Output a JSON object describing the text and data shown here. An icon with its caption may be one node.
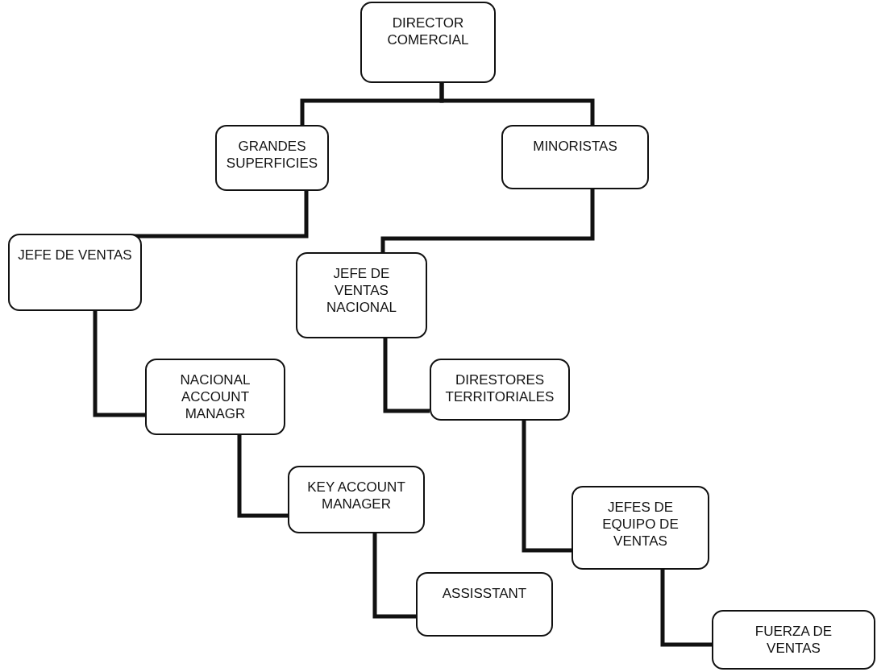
{
  "diagram": {
    "nodes": [
      {
        "text": [
          "DIRECTOR COMERCIAL"
        ]
      },
      {
        "text": [
          "GRANDES SUPERFICIES"
        ]
      },
      {
        "text": [
          "MINORISTAS"
        ]
      },
      {
        "text": [
          "JEFE DE VENTAS"
        ]
      },
      {
        "text": [
          "JEFE DE VENTAS NACIONAL"
        ]
      },
      {
        "text": [
          "NACIONAL ACCOUNT MANAGR"
        ]
      },
      {
        "text": [
          "DIRESTORES TERRITORIALES"
        ]
      },
      {
        "text": [
          "KEY ACCOUNT MANAGER"
        ]
      },
      {
        "text": [
          "JEFES DE EQUIPO DE VENTAS"
        ]
      },
      {
        "text": [
          "ASSISSTANT"
        ]
      },
      {
        "text": [
          "FUERZA DE VENTAS"
        ]
      }
    ],
    "edges": [
      {
        "from": 0,
        "to": 1,
        "arrow": "none"
      },
      {
        "from": 0,
        "to": 2,
        "arrow": "none"
      },
      {
        "from": 1,
        "to": 3,
        "arrow": "none"
      },
      {
        "from": 2,
        "to": 4,
        "arrow": "none"
      },
      {
        "from": 3,
        "to": 5,
        "arrow": "none"
      },
      {
        "from": 4,
        "to": 6,
        "arrow": "none"
      },
      {
        "from": 5,
        "to": 7,
        "arrow": "none"
      },
      {
        "from": 6,
        "to": 8,
        "arrow": "none"
      },
      {
        "from": 7,
        "to": 9,
        "arrow": "none"
      },
      {
        "from": 8,
        "to": 10,
        "arrow": "none"
      }
    ]
  }
}
